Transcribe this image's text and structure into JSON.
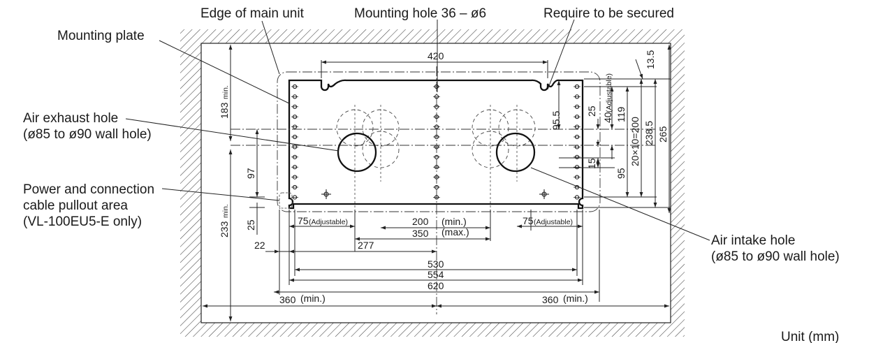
{
  "callouts": {
    "edge_of_main_unit": "Edge of main unit",
    "mounting_hole": "Mounting hole 36 – ø6",
    "require_secured": "Require to be secured",
    "mounting_plate": "Mounting plate",
    "air_exhaust_line1": "Air exhaust hole",
    "air_exhaust_line2": "(ø85 to ø90 wall hole)",
    "power_line1": "Power and connection",
    "power_line2": "cable pullout area",
    "power_line3": "(VL-100EU5-E only)",
    "air_intake_line1": "Air intake hole",
    "air_intake_line2": "(ø85 to ø90 wall hole)",
    "unit": "Unit (mm)"
  },
  "dimensions": {
    "d420": "420",
    "d13_5": "13.5",
    "d40": "40",
    "adjustable_vertical": "(Adjustable)",
    "d183": "183",
    "d233": "233",
    "min_small": "min.",
    "d95_5": "95.5",
    "d25_top": "25",
    "d119": "119",
    "d20x10": "20×10=200",
    "d238_5": "238.5",
    "d265": "265",
    "d15": "15",
    "d95": "95",
    "d97": "97",
    "d25_left": "25",
    "d75_left": "75",
    "d75_right": "75",
    "adjustable": "(Adjustable)",
    "d200": "200",
    "min_paren": "(min.)",
    "d350": "350",
    "max_paren": "(max.)",
    "d22": "22",
    "d277": "277",
    "d530": "530",
    "d554": "554",
    "d620": "620",
    "d360_left": "360",
    "d360_right": "360"
  }
}
